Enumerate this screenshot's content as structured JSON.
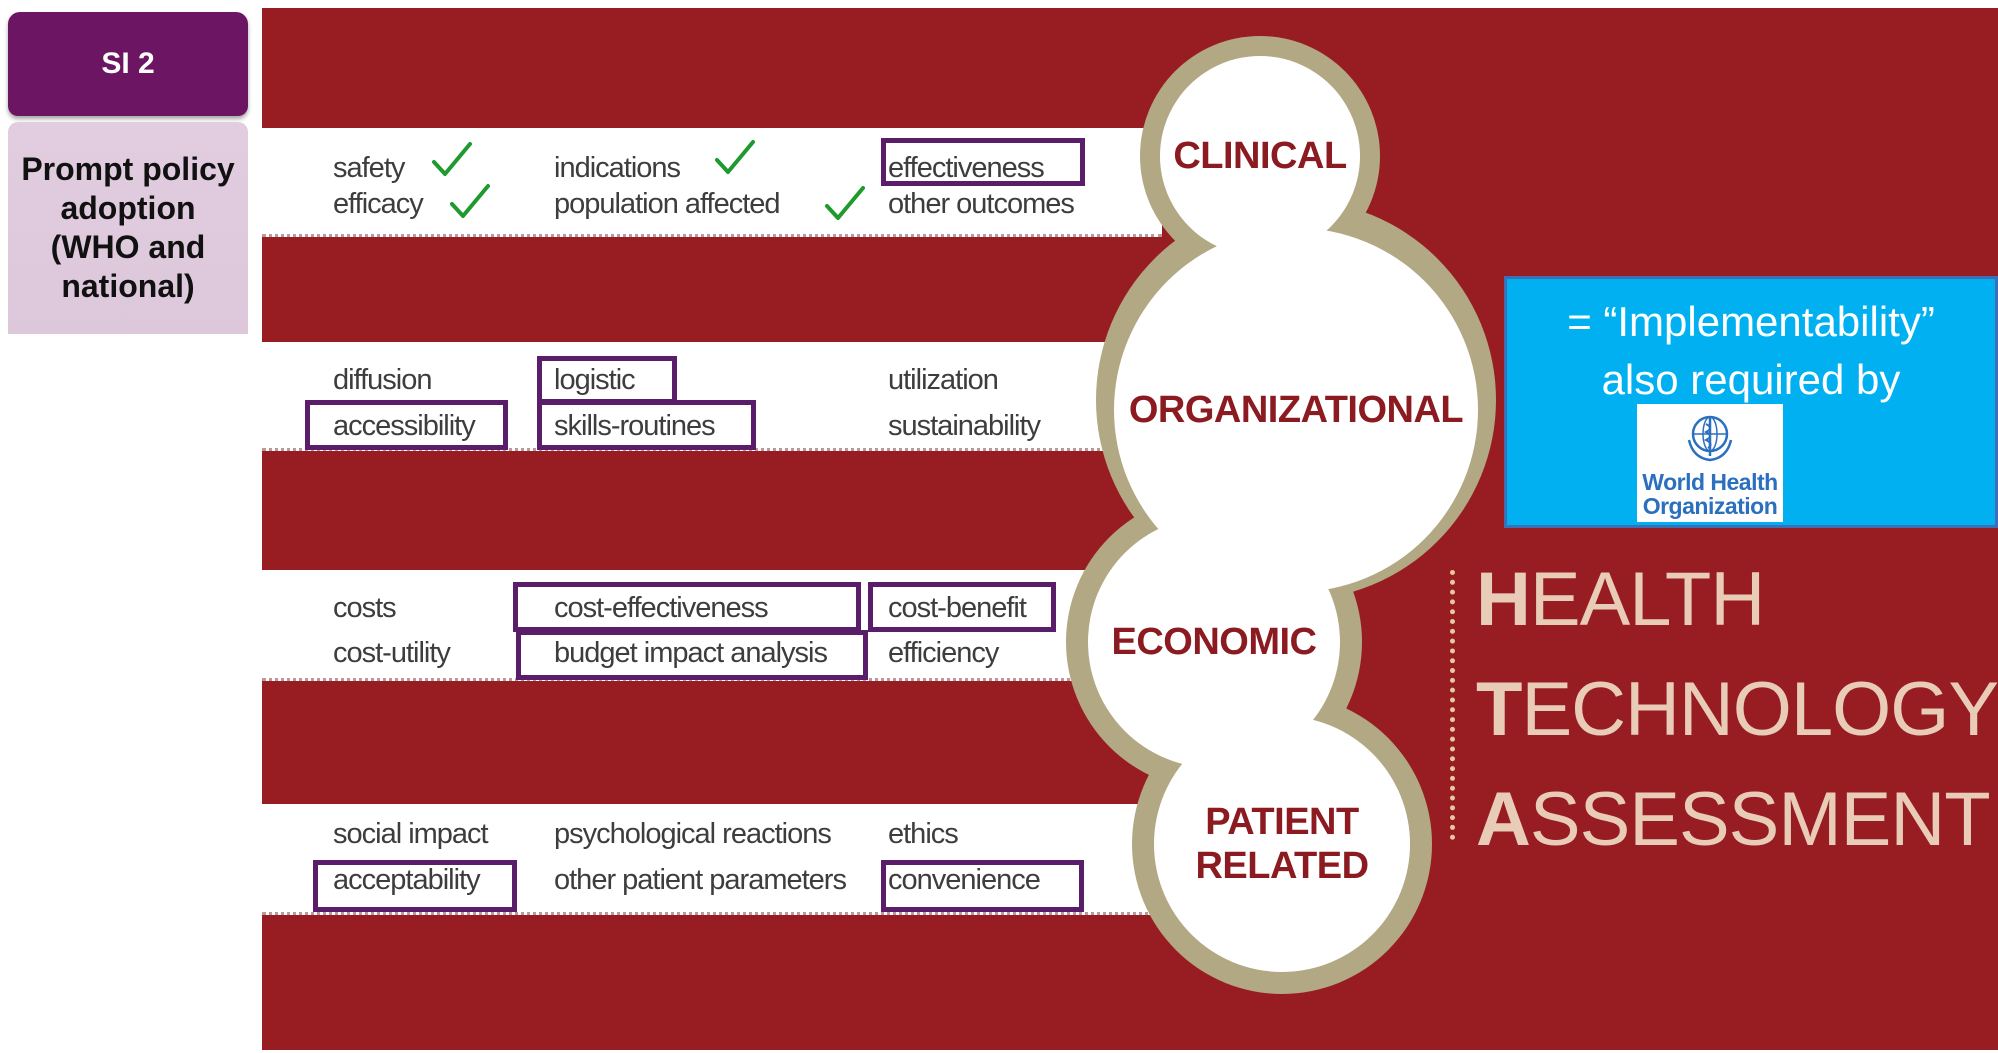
{
  "side": {
    "tab_label": "SI 2",
    "policy_text": "Prompt policy\nadoption\n(WHO and\nnational)"
  },
  "categories": {
    "clinical": "CLINICAL",
    "organizational": "ORGANIZATIONAL",
    "economic": "ECONOMIC",
    "patient": "PATIENT\nRELATED"
  },
  "clinical_items": {
    "safety": "safety",
    "efficacy": "efficacy",
    "indications": "indications",
    "population": "population affected",
    "effectiveness": "effectiveness",
    "other_outcomes": "other outcomes"
  },
  "organizational_items": {
    "diffusion": "diffusion",
    "accessibility": "accessibility",
    "logistic": "logistic",
    "skills": "skills-routines",
    "utilization": "utilization",
    "sustainability": "sustainability"
  },
  "economic_items": {
    "costs": "costs",
    "cost_utility": "cost-utility",
    "cost_effectiveness": "cost-effectiveness",
    "budget": "budget impact analysis",
    "cost_benefit": "cost-benefit",
    "efficiency": "efficiency"
  },
  "patient_items": {
    "social": "social impact",
    "acceptability": "acceptability",
    "psychological": "psychological reactions",
    "other_params": "other patient parameters",
    "ethics": "ethics",
    "convenience": "convenience"
  },
  "note": {
    "text": "= “Implementability”\nalso required by",
    "logo_name": "World Health\nOrganization",
    "logo_icon": "who-emblem-icon"
  },
  "hta": {
    "line1_initial": "H",
    "line1_rest": "EALTH",
    "line2_initial": "T",
    "line2_rest": "ECHNOLOGY",
    "line3_initial": "A",
    "line3_rest": "SSESSMENT"
  },
  "colors": {
    "panel_red": "#981d22",
    "highlight_purple": "#5a1d6a",
    "check_green": "#1f9a2e",
    "note_blue": "#00b0f0",
    "tab_purple": "#6b1563"
  }
}
